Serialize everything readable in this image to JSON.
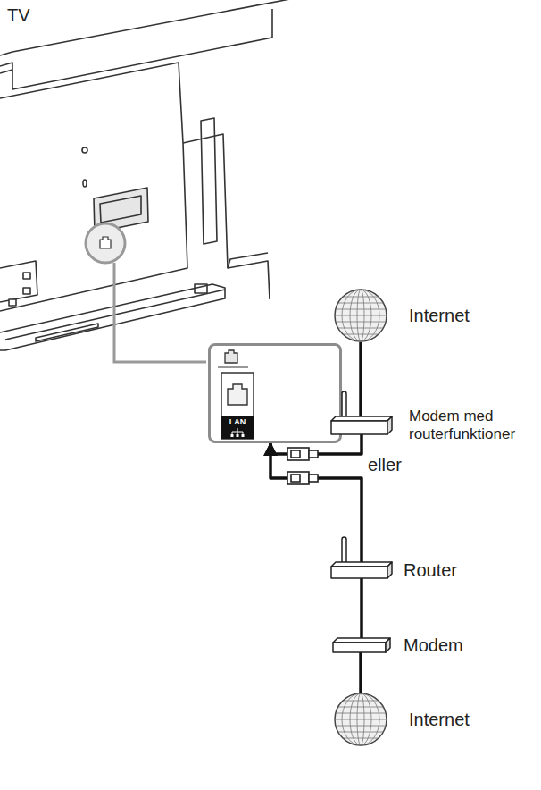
{
  "diagram": {
    "nodes": [
      {
        "text": [
          "Internet"
        ]
      },
      {
        "text": [
          "LAN"
        ]
      },
      {
        "text": [
          "Modem med routerfunktioner"
        ]
      },
      {
        "text": [
          "Router"
        ]
      },
      {
        "text": [
          "Modem"
        ]
      },
      {
        "text": [
          "Internet"
        ]
      }
    ],
    "edges": [
      {
        "from": 0,
        "to": 2,
        "arrow": "none"
      },
      {
        "from": 2,
        "to": 1,
        "arrow": "to"
      },
      {
        "from": 3,
        "to": 1,
        "arrow": "to"
      },
      {
        "from": 4,
        "to": 3,
        "arrow": "none"
      },
      {
        "from": 5,
        "to": 4,
        "arrow": "none"
      }
    ],
    "labels": [
      "TV",
      "eller"
    ]
  }
}
